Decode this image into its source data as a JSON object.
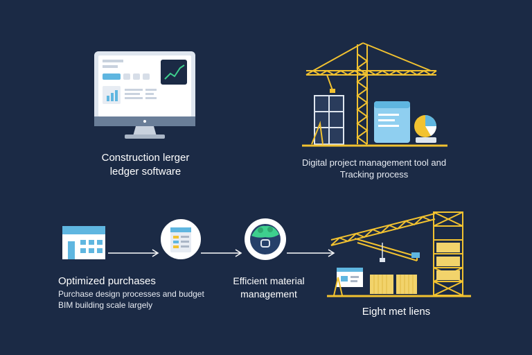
{
  "colors": {
    "background": "#1b2a45",
    "crane": "#f2c230",
    "screen_blue": "#5fb6e0",
    "text": "#ffffff",
    "chart_green": "#3ecf8e"
  },
  "top_left": {
    "caption_line1": "Construction lerger",
    "caption_line2": "ledger software",
    "icon": "monitor-dashboard-icon"
  },
  "top_right": {
    "caption_line1": "Digital project management tool and",
    "caption_line2": "Tracking process",
    "icon": "tower-crane-icon"
  },
  "flow": {
    "step1": {
      "title": "Optimized purchases",
      "desc_line1": "Purchase design processes and budget",
      "desc_line2": "BIM building scale largely",
      "icon": "building-icon"
    },
    "step2": {
      "icon": "document-list-icon"
    },
    "step3": {
      "title_line1": "Efficient material",
      "title_line2": "management",
      "icon": "material-globe-icon"
    },
    "step4": {
      "title": "Eight met liens",
      "icon": "crane-warehouse-icon"
    }
  }
}
